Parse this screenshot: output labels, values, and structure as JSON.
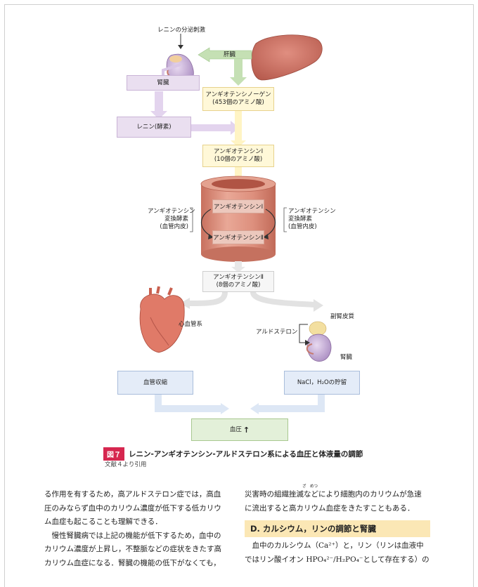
{
  "figure": {
    "renin_stimulus": "レニンの分泌刺激",
    "kidney_label": "腎臓",
    "liver_label": "肝臓",
    "angiotensinogen": "アンギオテンシノーゲン",
    "angiotensinogen_sub": "(453個のアミノ酸)",
    "renin_enzyme": "レニン(酵素)",
    "ang1": "アンギオテンシンⅠ",
    "ang1_sub": "(10個のアミノ酸)",
    "ace_left_1": "アンギオテンシン",
    "ace_left_2": "変換酵素",
    "ace_left_3": "(血管内皮)",
    "ace_right_1": "アンギオテンシン",
    "ace_right_2": "変換酵素",
    "ace_right_3": "(血管内皮)",
    "vessel_ang1": "アンギオテンシンⅠ",
    "vessel_ang2": "アンギオテンシンⅡ",
    "ang2": "アンギオテンシンⅡ",
    "ang2_sub": "(8個のアミノ酸)",
    "cardio": "心血管系",
    "adrenal": "副腎皮質",
    "aldosterone": "アルドステロン",
    "kidney_label_2": "腎臓",
    "vasoconstriction": "血管収縮",
    "retention": "NaCl，H₂Oの貯留",
    "bp": "血圧",
    "bp_arrow": "↑"
  },
  "caption": {
    "badge": "図７",
    "title": "レニン-アンギオテンシン-アルドステロン系による血圧と体液量の調節",
    "source": "文献４より引用"
  },
  "body": {
    "left_p1_l1": "る作用を有するため，高アルドステロン症では，高血",
    "left_p1_l2": "圧のみならず血中のカリウム濃度が低下する低カリウ",
    "left_p1_l3": "ム血症も起こることも理解できる．",
    "left_p2_l1": "　慢性腎臓病では上記の機能が低下するため，血中の",
    "left_p2_l2": "カリウム濃度が上昇し，不整脈などの症状をきたす高",
    "left_p2_l3": "カリウム血症になる．腎臓の機能の低下がなくても，",
    "right_p1_l1": "災害時の組織挫滅などにより細胞内のカリウムが急速",
    "ruby": "ざ　めつ",
    "right_p1_l2": "に流出すると高カリウム血症をきたすこともある．",
    "section_heading": "D. カルシウム，リンの調節と腎臓",
    "right_p2_l1": "　血中のカルシウム（Ca²⁺）と，リン（リンは血液中",
    "right_p2_l2": "ではリン酸イオン HPO₄²⁻/H₂PO₄⁻として存在する）の"
  },
  "colors": {
    "flow_yellow": "#fff4c4",
    "flow_green": "#b7d8a2",
    "flow_purple": "#d9c6e6",
    "vessel": "#d98a78",
    "fig_badge": "#d6274f",
    "section_bg": "#fbe7b5"
  }
}
